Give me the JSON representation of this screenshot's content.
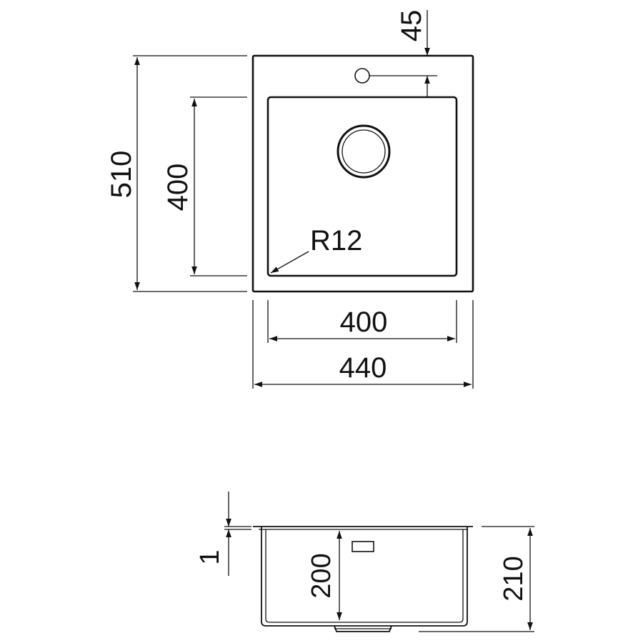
{
  "drawing": {
    "top_view": {
      "labels": {
        "overall_depth": "510",
        "bowl_depth": "400",
        "tap_hole_offset": "45",
        "corner_radius": "R12",
        "bowl_width": "400",
        "overall_width": "440"
      }
    },
    "side_view": {
      "labels": {
        "rim_thickness": "1",
        "bowl_height": "200",
        "overall_height": "210"
      }
    }
  }
}
